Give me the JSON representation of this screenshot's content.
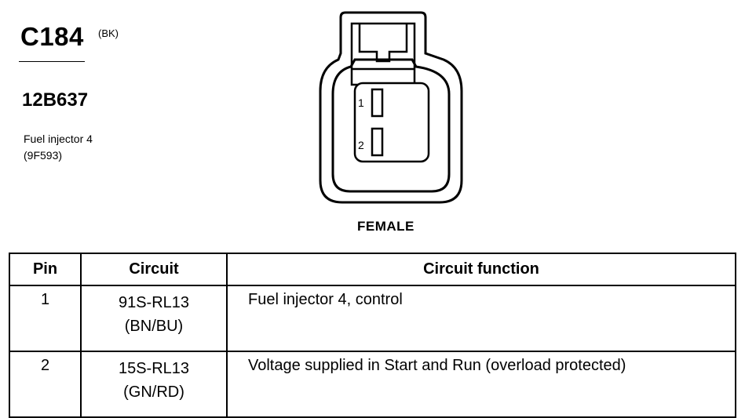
{
  "connector": {
    "id": "C184",
    "color": "(BK)",
    "part_number": "12B637",
    "component_name": "Fuel injector 4",
    "component_code": "(9F593)",
    "gender": "FEMALE",
    "pin_labels": [
      "1",
      "2"
    ]
  },
  "table": {
    "headers": {
      "pin": "Pin",
      "circuit": "Circuit",
      "function": "Circuit function"
    },
    "rows": [
      {
        "pin": "1",
        "circuit": "91S-RL13",
        "wire_color": "(BN/BU)",
        "function": "Fuel injector 4, control"
      },
      {
        "pin": "2",
        "circuit": "15S-RL13",
        "wire_color": "(GN/RD)",
        "function": "Voltage supplied in Start and Run (overload protected)"
      }
    ]
  }
}
